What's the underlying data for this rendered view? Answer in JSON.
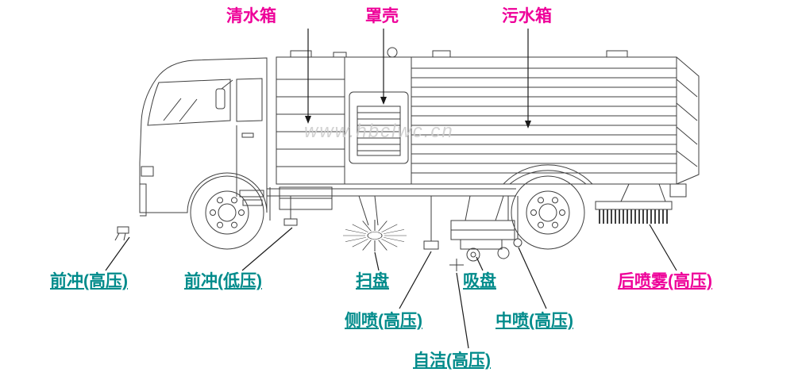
{
  "watermark": "www.hbclwc.cn",
  "colors": {
    "magenta": "#ee0099",
    "teal": "#008b8b",
    "line": "#3f3f3f",
    "watermark": "#cccccc",
    "background": "#ffffff"
  },
  "labels": {
    "clean_water_tank": "清水箱",
    "cover_shell": "罩壳",
    "sewage_tank": "污水箱",
    "front_flush_high": "前冲(高压)",
    "front_flush_low": "前冲(低压)",
    "sweep_disc": "扫盘",
    "suction_plate": "吸盘",
    "rear_spray_high": "后喷雾(高压)",
    "side_spray_high": "侧喷(高压)",
    "mid_spray_high": "中喷(高压)",
    "self_clean_high": "自洁(高压)"
  }
}
